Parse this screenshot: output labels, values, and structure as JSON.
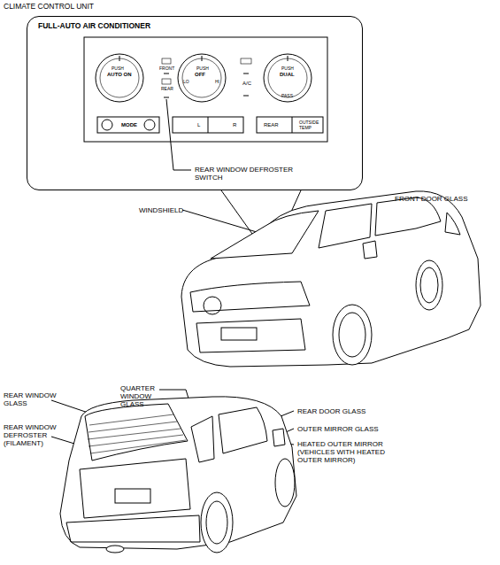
{
  "diagram": {
    "title": "CLIMATE CONTROL UNIT",
    "nodes": [
      {
        "text": [
          "FULL-AUTO AIR CONDITIONER"
        ]
      }
    ],
    "labels": [
      "PUSH",
      "AUTO ON",
      "LO",
      "HI",
      "PUSH",
      "OFF",
      "PUSH",
      "DUAL",
      "PASS",
      "FRONT",
      "REAR",
      "A/C",
      "MODE",
      "L",
      "R",
      "REAR",
      "OUTSIDE TEMP",
      "REAR WINDOW DEFROSTER SWITCH",
      "WINDSHIELD",
      "FRONT DOOR GLASS",
      "REAR WINDOW GLASS",
      "REAR WINDOW DEFROSTER (FILAMENT)",
      "QUARTER WINDOW GLASS",
      "REAR DOOR GLASS",
      "OUTER MIRROR GLASS",
      "HEATED OUTER MIRROR (VEHICLES WITH HEATED OUTER MIRROR)"
    ]
  }
}
